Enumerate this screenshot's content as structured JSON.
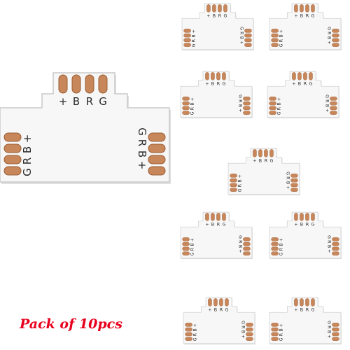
{
  "caption": {
    "text": "Pack of 10pcs"
  },
  "connector": {
    "top_pin_labels": [
      "+",
      "B",
      "R",
      "G"
    ],
    "left_pin_labels": [
      "G",
      "R",
      "B",
      "+"
    ],
    "right_pin_labels": [
      "G",
      "R",
      "B",
      "+"
    ]
  },
  "colors": {
    "board": "#f7f7f7",
    "board_edge": "#c9c9c9",
    "copper": "#c8875a",
    "copper_edge": "#9a5c34",
    "label": "#2a2a2a",
    "caption": "#e8001c",
    "background": "#ffffff"
  },
  "pack_quantity": 10
}
